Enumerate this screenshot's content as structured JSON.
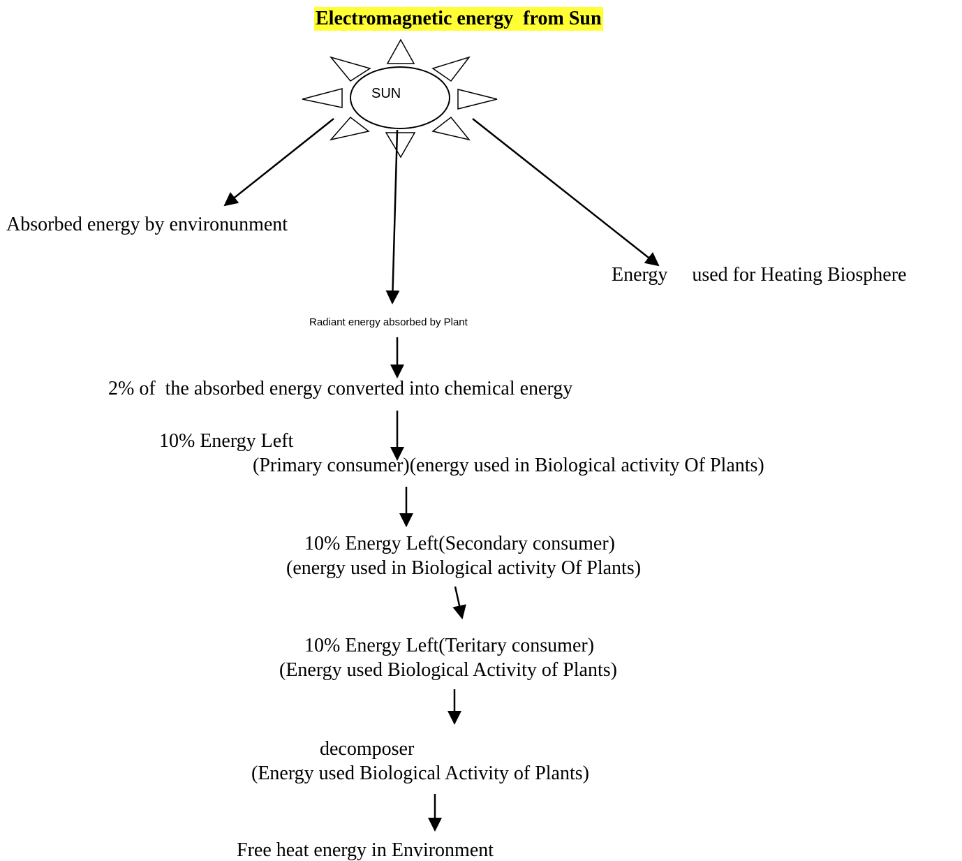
{
  "title": "Electromagnetic energy  from Sun",
  "sun_label": "SUN",
  "branches": {
    "left": "Absorbed energy by environunment",
    "right": "Energy     used for Heating Biosphere",
    "center": "Radiant energy absorbed by Plant"
  },
  "chain": {
    "step1": "2% of  the absorbed energy converted into chemical energy",
    "primary_line1": "10% Energy Left",
    "primary_line2": "(Primary consumer)(energy used in Biological activity Of Plants)",
    "secondary_line1": "10% Energy Left(Secondary consumer)",
    "secondary_line2": "(energy used in Biological activity Of Plants)",
    "tertiary_line1": "10% Energy Left(Teritary consumer)",
    "tertiary_line2": "(Energy used Biological Activity of Plants)",
    "decomposer_line1": "decomposer",
    "decomposer_line2": "(Energy used Biological Activity of Plants)",
    "final": "Free heat energy in Environment"
  }
}
